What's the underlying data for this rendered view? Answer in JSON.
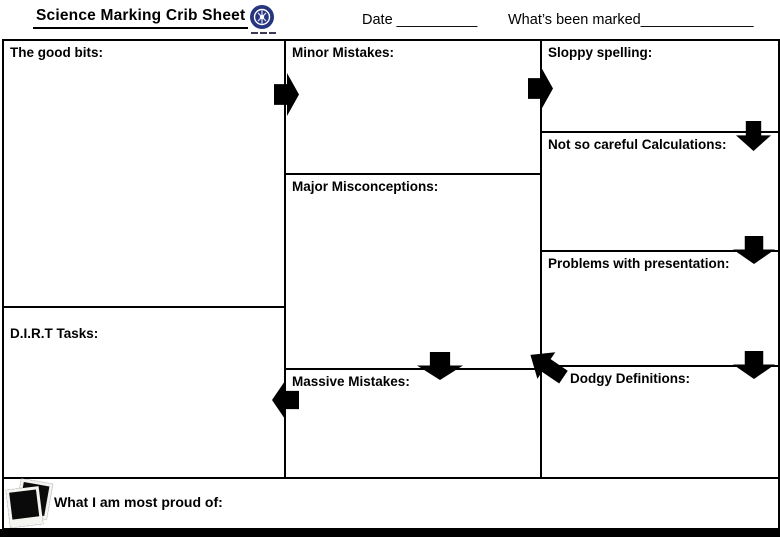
{
  "header": {
    "title": "Science Marking Crib Sheet",
    "date_label": "Date __________",
    "marked_label": "What’s been marked______________"
  },
  "boxes": {
    "good_bits": "The good bits:",
    "dirt_tasks": "D.I.R.T Tasks:",
    "minor_mistakes": "Minor Mistakes:",
    "major_misconceptions": "Major Misconceptions:",
    "massive_mistakes": "Massive Mistakes:",
    "sloppy_spelling": "Sloppy spelling:",
    "calculations": "Not so careful Calculations:",
    "presentation": "Problems with presentation:",
    "dodgy_definitions": "Dodgy Definitions:",
    "proud_of": "What I am most proud of:"
  },
  "icons": {
    "logo": "school-crest-logo",
    "photos": "photo-stack-icon",
    "arrow_right": "block-arrow-right",
    "arrow_down": "block-arrow-down",
    "arrow_left": "block-arrow-left"
  },
  "colors": {
    "ink": "#000000",
    "paper": "#ffffff",
    "logo_navy": "#26357e"
  }
}
